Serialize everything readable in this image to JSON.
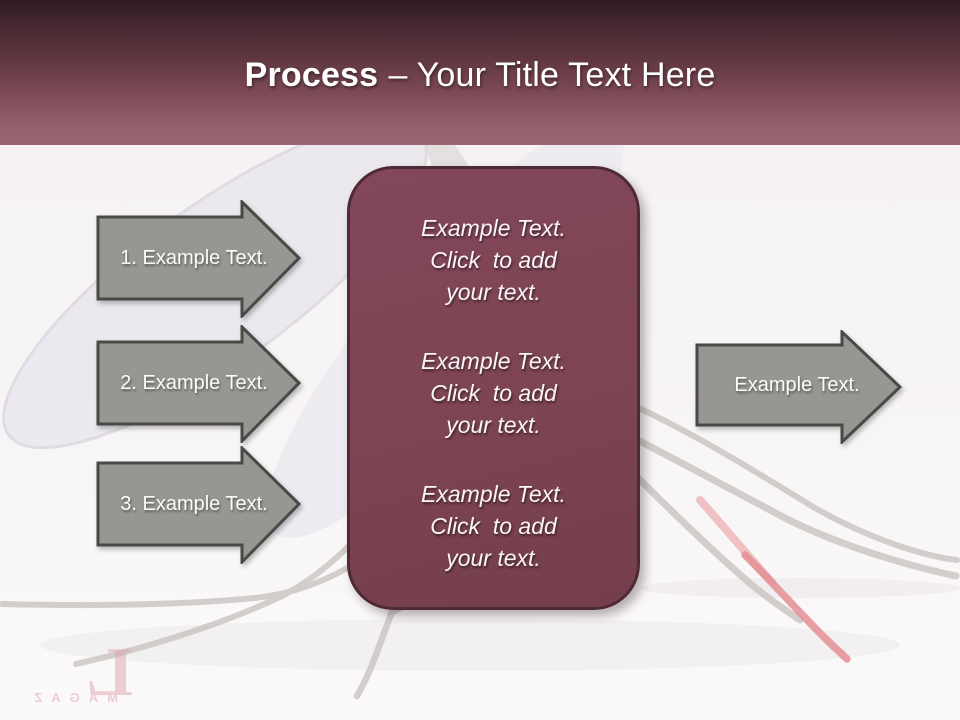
{
  "title": {
    "bold": "Process",
    "rest": "– Your Title Text Here"
  },
  "left_arrows": [
    {
      "label": "1. Example Text."
    },
    {
      "label": "2. Example Text."
    },
    {
      "label": "3. Example Text."
    }
  ],
  "center_panel": {
    "paragraphs": [
      {
        "line1": "Example Text.",
        "line2": "Click  to add",
        "line3": "your text."
      },
      {
        "line1": "Example Text.",
        "line2": "Click  to add",
        "line3": "your text."
      },
      {
        "line1": "Example Text.",
        "line2": "Click  to add",
        "line3": "your text."
      }
    ]
  },
  "right_arrow": {
    "label": "Example Text."
  },
  "watermark": {
    "large_letter": "L",
    "small_text": "MAGAZ"
  },
  "colors": {
    "header_top": "#311b22",
    "header_bottom": "#9a6673",
    "panel_fill": "#7d4452",
    "panel_border": "#4e2a35",
    "arrow_fill": "#989692",
    "arrow_border": "#4a4946",
    "background": "#f7f4f5",
    "title_text": "#ffffff"
  }
}
